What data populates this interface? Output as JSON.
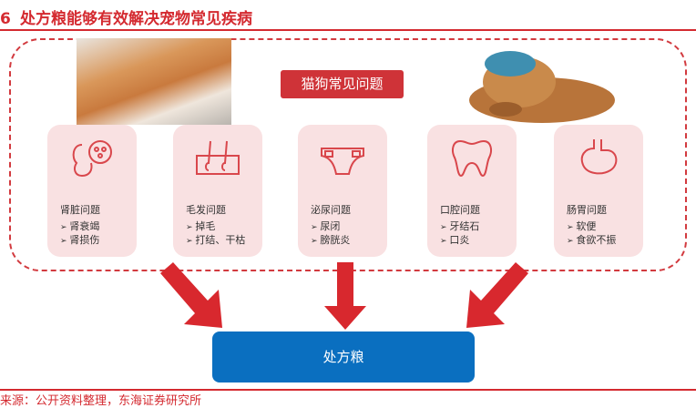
{
  "title": {
    "number": "6",
    "text": "处方粮能够有效解决宠物常见疾病"
  },
  "center_label": "猫狗常见问题",
  "cards": [
    {
      "icon": "kidney-icon",
      "title": "肾脏问题",
      "items": [
        "肾衰竭",
        "肾损伤"
      ]
    },
    {
      "icon": "hair-follicle-icon",
      "title": "毛发问题",
      "items": [
        "掉毛",
        "打结、干枯"
      ]
    },
    {
      "icon": "diaper-icon",
      "title": "泌尿问题",
      "items": [
        "尿闭",
        "膀胱炎"
      ]
    },
    {
      "icon": "tooth-icon",
      "title": "口腔问题",
      "items": [
        "牙结石",
        "口炎"
      ]
    },
    {
      "icon": "stomach-icon",
      "title": "肠胃问题",
      "items": [
        "软便",
        "食欲不振"
      ]
    }
  ],
  "result_label": "处方粮",
  "footer": "来源：公开资料整理，东海证券研究所",
  "colors": {
    "accent": "#d42a30",
    "blue": "#0a6fc0",
    "card": "#f9e1e2"
  }
}
